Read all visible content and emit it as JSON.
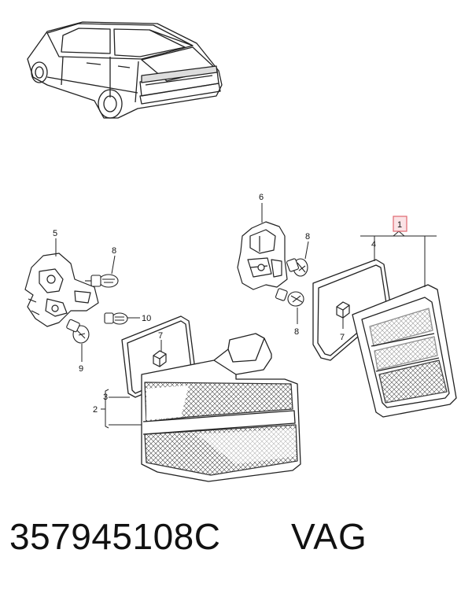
{
  "footer": {
    "part_number": "357945108C",
    "brand": "VAG"
  },
  "callouts": {
    "c1": "1",
    "c2": "2",
    "c3": "3",
    "c4": "4",
    "c5": "5",
    "c6": "6",
    "c7a": "7",
    "c7b": "7",
    "c8a": "8",
    "c8b": "8",
    "c8c": "8",
    "c9": "9",
    "c10": "10"
  },
  "colors": {
    "line": "#222222",
    "highlight_border": "#e0666f",
    "highlight_fill": "#fbe3e6"
  }
}
